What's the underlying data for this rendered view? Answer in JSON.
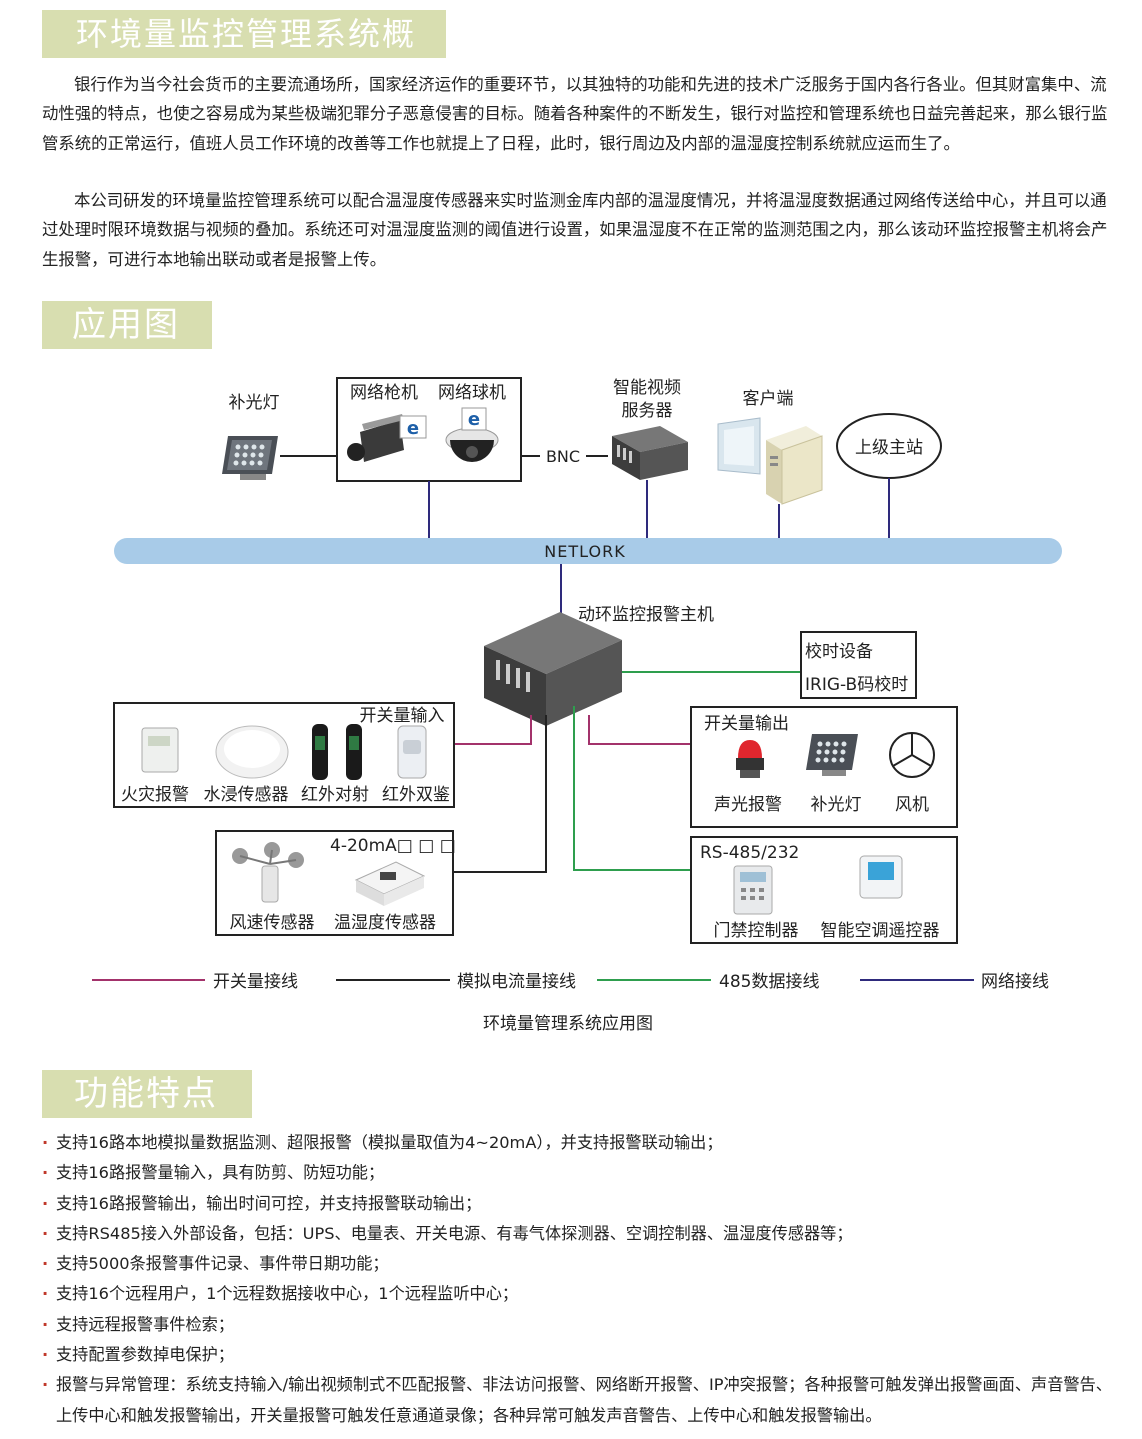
{
  "sections": {
    "overview_title": "环境量监控管理系统概述",
    "app_title": "应用图",
    "features_title": "功能特点"
  },
  "overview": {
    "p1": "银行作为当今社会货币的主要流通场所，国家经济运作的重要环节，以其独特的功能和先进的技术广泛服务于国内各行各业。但其财富集中、流动性强的特点，也使之容易成为某些极端犯罪分子恶意侵害的目标。随着各种案件的不断发生，银行对监控和管理系统也日益完善起来，那么银行监管系统的正常运行，值班人员工作环境的改善等工作也就提上了日程，此时，银行周边及内部的温湿度控制系统就应运而生了。",
    "p2": "本公司研发的环境量监控管理系统可以配合温湿度传感器来实时监测金库内部的温湿度情况，并将温湿度数据通过网络传送给中心，并且可以通过处理时限环境数据与视频的叠加。系统还可对温湿度监测的阈值进行设置，如果温湿度不在正常的监测范围之内，那么该动环监控报警主机将会产生报警，可进行本地输出联动或者是报警上传。"
  },
  "diagram": {
    "fill_light": "补光灯",
    "gun_camera": "网络枪机",
    "dome_camera": "网络球机",
    "bnc": "BNC",
    "video_server_1": "智能视频",
    "video_server_2": "服务器",
    "client": "客户端",
    "upper_station": "上级主站",
    "network_bus": "NETLORK",
    "host": "动环监控报警主机",
    "time_device_1": "校时设备",
    "time_device_2": "IRIG-B码校时",
    "switch_input": "开关量输入",
    "fire_alarm": "火灾报警",
    "water_sensor": "水浸传感器",
    "ir_beam": "红外对射",
    "ir_dual": "红外双鉴",
    "analog_input": "4-20mA□ □ □",
    "wind_sensor": "风速传感器",
    "th_sensor": "温湿度传感器",
    "switch_output": "开关量输出",
    "sound_light": "声光报警",
    "fill_light_2": "补光灯",
    "fan": "风机",
    "rs485": "RS-485/232",
    "access_ctrl": "门禁控制器",
    "ac_ctrl": "智能空调遥控器",
    "legend": {
      "switch_line": "开关量接线",
      "analog_line": "模拟电流量接线",
      "rs485_line": "485数据接线",
      "net_line": "网络接线"
    },
    "caption": "环境量管理系统应用图",
    "colors": {
      "switch": "#a3326b",
      "analog": "#222222",
      "rs485": "#2e9e4e",
      "network": "#2e2a7c",
      "bus": "#a8cbe8",
      "title_bg": "#d8deb0"
    }
  },
  "features": [
    "支持16路本地模拟量数据监测、超限报警（模拟量取值为4~20mA），并支持报警联动输出；",
    "支持16路报警量输入，具有防剪、防短功能；",
    "支持16路报警输出，输出时间可控，并支持报警联动输出；",
    "支持RS485接入外部设备，包括：UPS、电量表、开关电源、有毒气体探测器、空调控制器、温湿度传感器等；",
    "支持5000条报警事件记录、事件带日期功能；",
    "支持16个远程用户，1个远程数据接收中心，1个远程监听中心；",
    "支持远程报警事件检索；",
    "支持配置参数掉电保护；",
    "报警与异常管理：系统支持输入/输出视频制式不匹配报警、非法访问报警、网络断开报警、IP冲突报警；各种报警可触发弹出报警画面、声音警告、上传中心和触发报警输出，开关量报警可触发任意通道录像；各种异常可触发声音警告、上传中心和触发报警输出。"
  ],
  "bullet": "·"
}
